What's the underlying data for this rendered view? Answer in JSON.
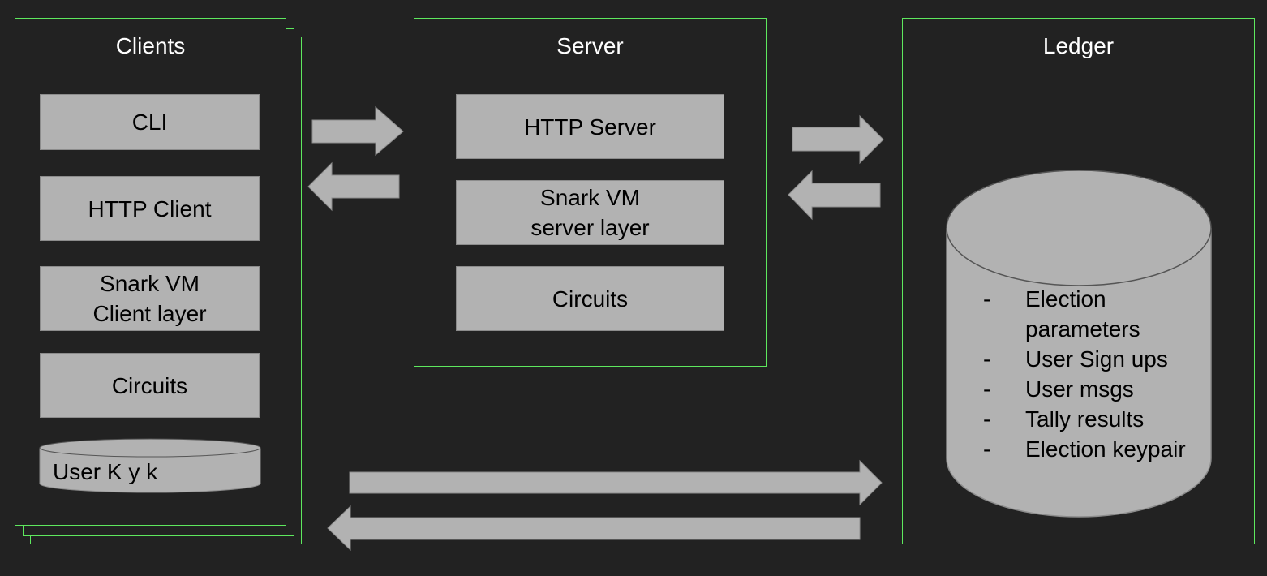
{
  "colors": {
    "background": "#222222",
    "panel_border": "#5ee85e",
    "block_fill": "#b2b2b2",
    "arrow_fill": "#b2b2b2"
  },
  "clients": {
    "title": "Clients",
    "blocks": [
      {
        "lines": [
          "CLI"
        ]
      },
      {
        "lines": [
          "HTTP Client"
        ]
      },
      {
        "lines": [
          "Snark VM",
          "Client layer"
        ]
      },
      {
        "lines": [
          "Circuits"
        ]
      }
    ],
    "storage_label": "User K y k"
  },
  "server": {
    "title": "Server",
    "blocks": [
      {
        "lines": [
          "HTTP Server"
        ]
      },
      {
        "lines": [
          "Snark VM",
          "server layer"
        ]
      },
      {
        "lines": [
          "Circuits"
        ]
      }
    ]
  },
  "ledger": {
    "title": "Ledger",
    "items": [
      {
        "dash": "-",
        "text": "Election parameters"
      },
      {
        "dash": "-",
        "text": "User Sign ups"
      },
      {
        "dash": "-",
        "text": "User msgs"
      },
      {
        "dash": "-",
        "text": "Tally results"
      },
      {
        "dash": "-",
        "text": "Election keypair"
      }
    ]
  }
}
